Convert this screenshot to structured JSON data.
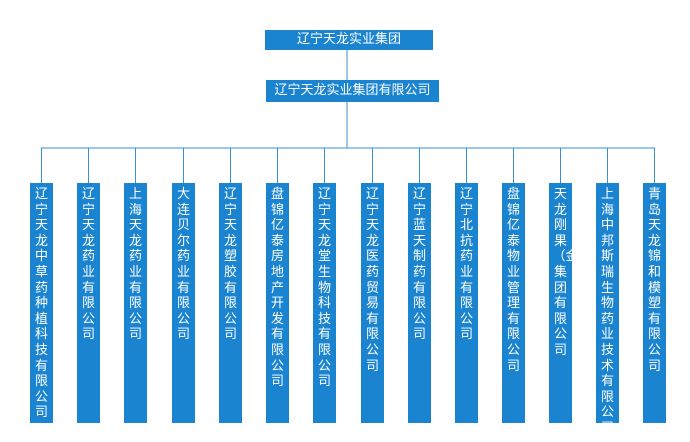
{
  "root": {
    "label": "辽宁天龙实业集团"
  },
  "holding": {
    "label": "辽宁天龙实业集团有限公司"
  },
  "subsidiaries": [
    {
      "label": "辽宁天龙中草药种植科技有限公司"
    },
    {
      "label": "辽宁天龙药业有限公司"
    },
    {
      "label": "上海天龙药业有限公司"
    },
    {
      "label": "大连贝尔药业有限公司"
    },
    {
      "label": "辽宁天龙塑胶有限公司"
    },
    {
      "label": "盘锦亿泰房地产开发有限公司"
    },
    {
      "label": "辽宁天龙堂生物科技有限公司"
    },
    {
      "label": "辽宁天龙医药贸易有限公司"
    },
    {
      "label": "辽宁蓝天制药有限公司"
    },
    {
      "label": "辽宁北抗药业有限公司"
    },
    {
      "label": "盘锦亿泰物业管理有限公司"
    },
    {
      "label": "天龙刚果（金）集团有限公司"
    },
    {
      "label": "上海中邦斯瑞生物药业技术有限公司"
    },
    {
      "label": "青岛天龙锦和模塑有限公司"
    }
  ],
  "colors": {
    "box_fill": "#1b84d0",
    "box_text": "#ffffff",
    "connector": "#3a8fd0"
  }
}
